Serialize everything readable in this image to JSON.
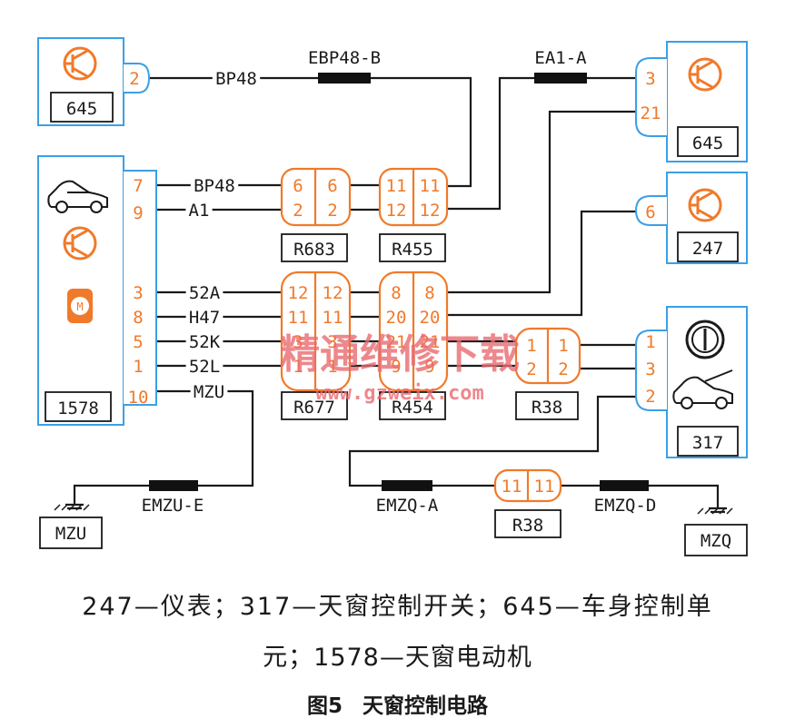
{
  "colors": {
    "wire": "#1a1a1a",
    "module_border": "#3aa0e6",
    "connector": "#f07a2a",
    "pin_text": "#f07a2a",
    "label": "#1a1a1a",
    "watermark": "#e86a70",
    "splice": "#111111"
  },
  "modules": {
    "bcm_a": {
      "code": "645",
      "pin": "2",
      "icon": "bcm-icon"
    },
    "bcm_b": {
      "code": "645",
      "pins": [
        "3",
        "21"
      ],
      "icon": "bcm-icon"
    },
    "motor": {
      "code": "1578",
      "pins": [
        "7",
        "9",
        "3",
        "8",
        "5",
        "1",
        "10"
      ],
      "icons": [
        "car-icon",
        "bcm-icon",
        "motor-icon"
      ]
    },
    "gauge": {
      "code": "247",
      "pin": "6",
      "icon": "bcm-icon"
    },
    "switch": {
      "code": "317",
      "pins": [
        "1",
        "3",
        "2"
      ],
      "icons": [
        "dial-icon",
        "car-icon"
      ]
    }
  },
  "connectors": {
    "r683": {
      "code": "R683",
      "left": [
        "6",
        "2"
      ],
      "right": [
        "6",
        "2"
      ]
    },
    "r455": {
      "code": "R455",
      "left": [
        "11",
        "12"
      ],
      "right": [
        "11",
        "12"
      ]
    },
    "r677": {
      "code": "R677",
      "left": [
        "12",
        "11",
        "3",
        "1"
      ],
      "right": [
        "12",
        "11",
        "3",
        "1"
      ]
    },
    "r454": {
      "code": "R454",
      "left": [
        "8",
        "20",
        "21",
        "9"
      ],
      "right": [
        "8",
        "20",
        "21",
        "9"
      ]
    },
    "r38a": {
      "code": "R38",
      "left": [
        "1",
        "2"
      ],
      "right": [
        "1",
        "2"
      ]
    },
    "r38b": {
      "code": "R38",
      "left": [
        "11"
      ],
      "right": [
        "11"
      ]
    }
  },
  "wires": {
    "bp48_top": "BP48",
    "bp48": "BP48",
    "a1": "A1",
    "w52a": "52A",
    "h47": "H47",
    "w52k": "52K",
    "w52l": "52L",
    "mzu": "MZU"
  },
  "splices": {
    "ebp48": "EBP48-B",
    "ea1": "EA1-A",
    "emzu": "EMZU-E",
    "emzqa": "EMZQ-A",
    "emzqd": "EMZQ-D"
  },
  "grounds": {
    "mzu": "MZU",
    "mzq": "MZQ"
  },
  "watermark": {
    "cn": "精通维修下载",
    "url": "www.gzweix.com"
  },
  "caption": {
    "line1": "247—仪表；317—天窗控制开关；645—车身控制单",
    "line2": "元；1578—天窗电动机",
    "fig": "图5",
    "title": "天窗控制电路"
  }
}
